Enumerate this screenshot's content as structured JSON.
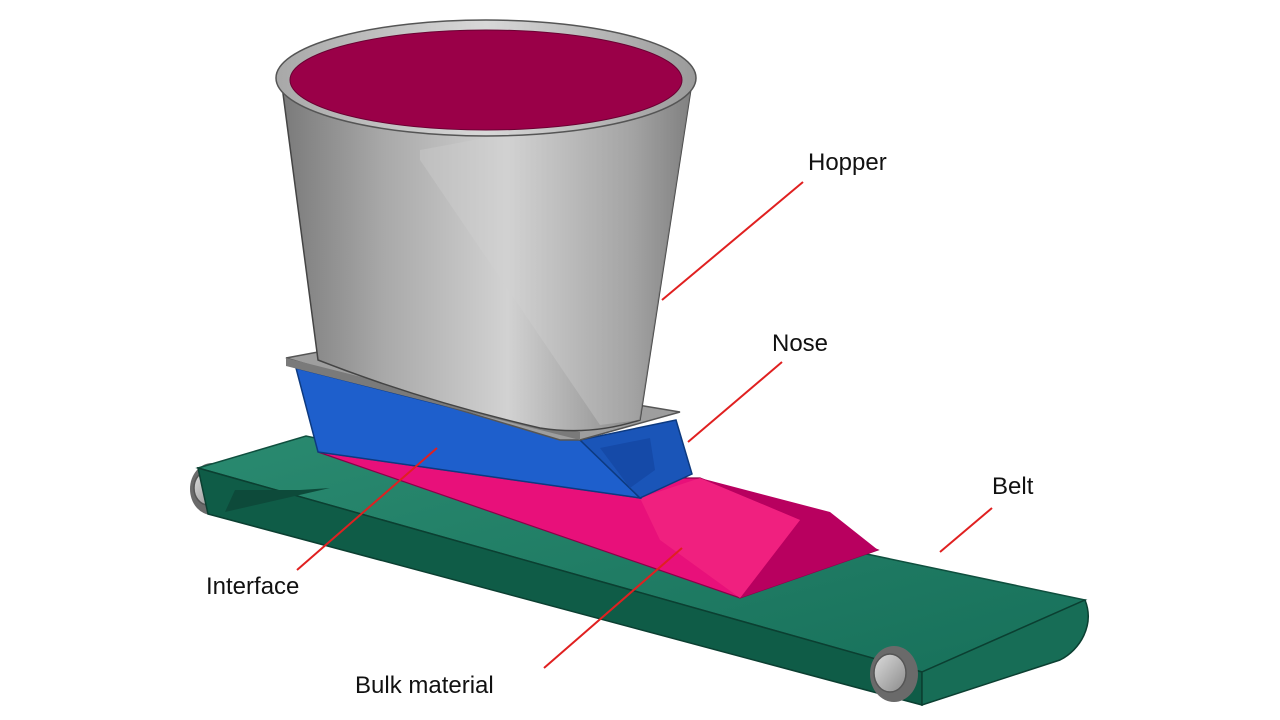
{
  "labels": {
    "hopper": "Hopper",
    "nose": "Nose",
    "belt": "Belt",
    "interface": "Interface",
    "bulk_material": "Bulk material"
  },
  "colors": {
    "leader_line": "#e02020",
    "belt": "#1d7a62",
    "belt_dark": "#0f5c47",
    "hopper_rim": "#c0c0c0",
    "hopper_inner": "#9a0048",
    "hopper_body_light": "#b8b8b8",
    "hopper_body_dark": "#6a6a6a",
    "interface_blue": "#1e5fcc",
    "interface_blue_dark": "#154aa8",
    "bulk_material": "#e8107a",
    "bulk_material_dark": "#a8005a",
    "roller": "#b5b5b5"
  }
}
